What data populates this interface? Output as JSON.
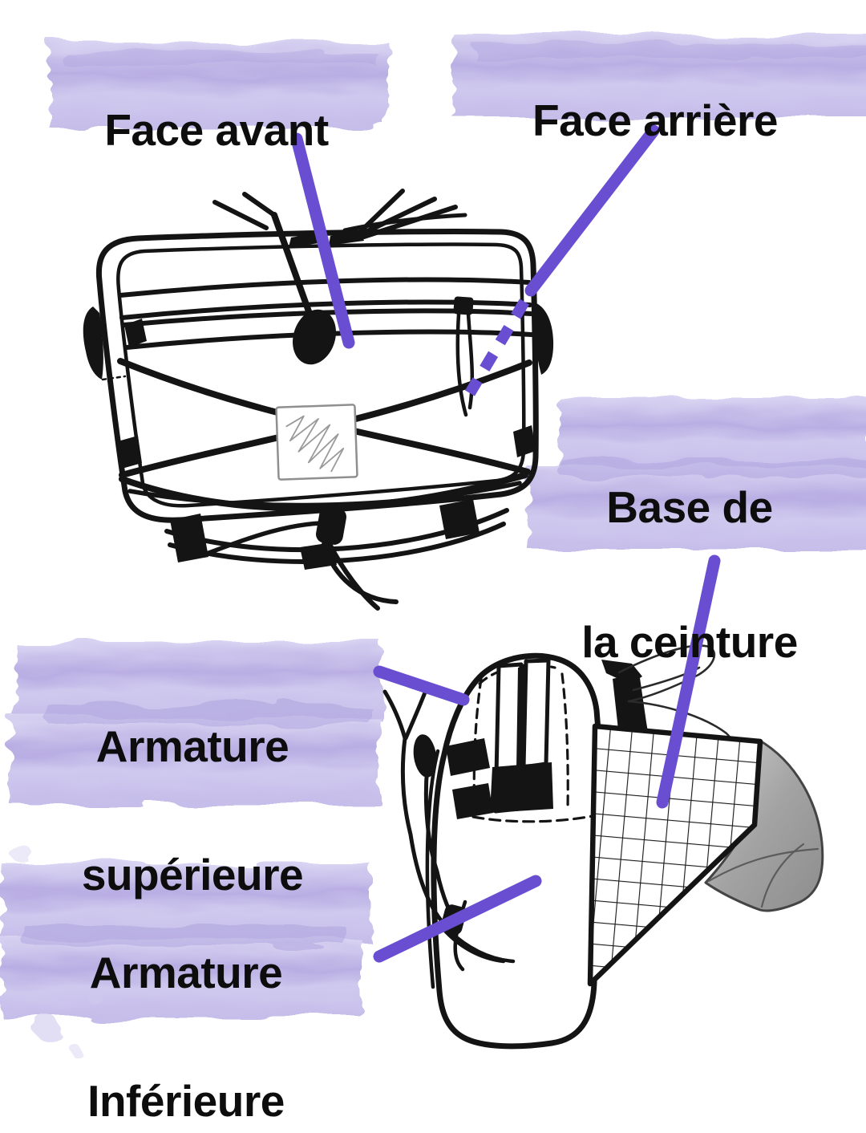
{
  "page": {
    "description": "Anatomy diagram of a hip pack (two line-art views) with French part labels on purple watercolor highlights",
    "background": "#ffffff"
  },
  "palette": {
    "ink": "#141414",
    "accent_purple": "#6a4ed1",
    "watercolor_light": "#d9d4f2",
    "watercolor_mid": "#c7beea",
    "watercolor_dark": "#a99ddc",
    "webbing_gray": "#a3a3a3"
  },
  "labels": {
    "face_avant": {
      "text": "Face avant"
    },
    "face_arriere": {
      "text": "Face arrière"
    },
    "base_ceinture": {
      "line1": "Base de",
      "line2": "la ceinture"
    },
    "armature_superieure": {
      "line1": "Armature",
      "line2": "supérieure"
    },
    "armature_inferieure": {
      "line1": "Armature",
      "line2": "Inférieure"
    }
  }
}
